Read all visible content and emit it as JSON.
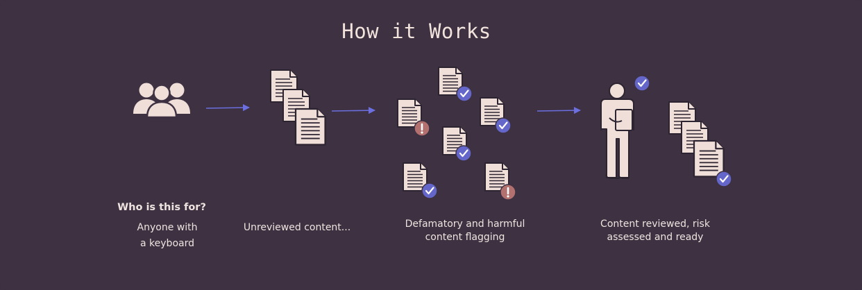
{
  "title": "How it Works",
  "stages": [
    {
      "heading": "Who is this for?",
      "caption": [
        "Anyone with",
        "a keyboard"
      ]
    },
    {
      "caption": [
        "Unreviewed content..."
      ]
    },
    {
      "caption": [
        "Defamatory and harmful",
        "content flagging"
      ]
    },
    {
      "caption": [
        "Content reviewed, risk",
        "assessed and ready"
      ]
    }
  ],
  "icons": {
    "users": "users-group-icon",
    "document": "document-icon",
    "check_badge": "check-badge-icon",
    "alert_badge": "alert-badge-icon",
    "reviewer": "reviewer-person-icon",
    "arrow": "arrow-right-icon"
  },
  "colors": {
    "background": "#3d3142",
    "paper": "#f0dfd8",
    "ink": "#2c2430",
    "arrow": "#6b6fe0",
    "check": "#6467c9",
    "alert": "#b2706e"
  }
}
